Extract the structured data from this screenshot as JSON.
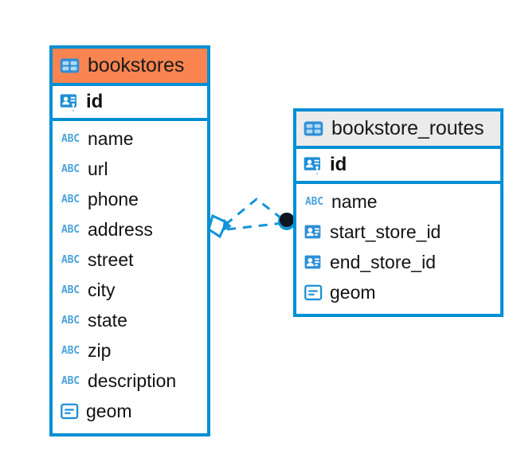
{
  "diagram": {
    "type": "entity-relationship-diagram",
    "background_color": "#ffffff",
    "accent_color": "#008FD5",
    "highlight_color": "#FA8450",
    "neutral_header_color": "#EBEBEB"
  },
  "entities": [
    {
      "id": "bookstores",
      "name": "bookstores",
      "selected": true,
      "header_style": "accent",
      "table_icon": "table-icon",
      "primary_key": {
        "name": "id",
        "icon": "primary-key-icon"
      },
      "fields": [
        {
          "name": "name",
          "icon": "text-abc-icon",
          "icon_text": "ABC"
        },
        {
          "name": "url",
          "icon": "text-abc-icon",
          "icon_text": "ABC"
        },
        {
          "name": "phone",
          "icon": "text-abc-icon",
          "icon_text": "ABC"
        },
        {
          "name": "address",
          "icon": "text-abc-icon",
          "icon_text": "ABC"
        },
        {
          "name": "street",
          "icon": "text-abc-icon",
          "icon_text": "ABC"
        },
        {
          "name": "city",
          "icon": "text-abc-icon",
          "icon_text": "ABC"
        },
        {
          "name": "state",
          "icon": "text-abc-icon",
          "icon_text": "ABC"
        },
        {
          "name": "zip",
          "icon": "text-abc-icon",
          "icon_text": "ABC"
        },
        {
          "name": "description",
          "icon": "text-abc-icon",
          "icon_text": "ABC"
        },
        {
          "name": "geom",
          "icon": "geometry-icon",
          "icon_text": ""
        }
      ]
    },
    {
      "id": "bookstore_routes",
      "name": "bookstore_routes",
      "selected": false,
      "header_style": "neutral",
      "table_icon": "table-icon",
      "primary_key": {
        "name": "id",
        "icon": "primary-key-icon"
      },
      "fields": [
        {
          "name": "name",
          "icon": "text-abc-icon",
          "icon_text": "ABC"
        },
        {
          "name": "start_store_id",
          "icon": "foreign-key-icon",
          "icon_text": ""
        },
        {
          "name": "end_store_id",
          "icon": "foreign-key-icon",
          "icon_text": ""
        },
        {
          "name": "geom",
          "icon": "geometry-icon",
          "icon_text": ""
        }
      ]
    }
  ],
  "relationships": [
    {
      "id": "bookstores-to-bookstore_routes",
      "from_entity": "bookstores",
      "to_entity": "bookstore_routes",
      "line_style": "dashed",
      "from_marker": "diamond-crowfoot-marker",
      "to_marker": "filled-circle-marker",
      "branches": 2
    }
  ]
}
